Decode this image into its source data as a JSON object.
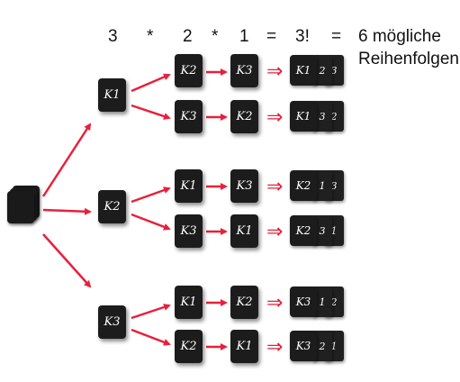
{
  "formula": {
    "factor_1": "3",
    "op_1": "*",
    "factor_2": "2",
    "op_2": "*",
    "factor_3": "1",
    "eq_1": "=",
    "factorial": "3!",
    "eq_2": "=",
    "result_line_1": "6 mögliche",
    "result_line_2": "Reihenfolgen"
  },
  "implies_symbol": "⇒",
  "arrow_color": "#e8203a",
  "card_color": "#1c1c1c",
  "branches": [
    {
      "first": "K1",
      "paths": [
        {
          "second": "K2",
          "third": "K3",
          "result": [
            "K1",
            "2",
            "3"
          ]
        },
        {
          "second": "K3",
          "third": "K2",
          "result": [
            "K1",
            "3",
            "2"
          ]
        }
      ]
    },
    {
      "first": "K2",
      "paths": [
        {
          "second": "K1",
          "third": "K3",
          "result": [
            "K2",
            "1",
            "3"
          ]
        },
        {
          "second": "K3",
          "third": "K1",
          "result": [
            "K2",
            "3",
            "1"
          ]
        }
      ]
    },
    {
      "first": "K3",
      "paths": [
        {
          "second": "K1",
          "third": "K2",
          "result": [
            "K3",
            "1",
            "2"
          ]
        },
        {
          "second": "K2",
          "third": "K1",
          "result": [
            "K3",
            "2",
            "1"
          ]
        }
      ]
    }
  ]
}
